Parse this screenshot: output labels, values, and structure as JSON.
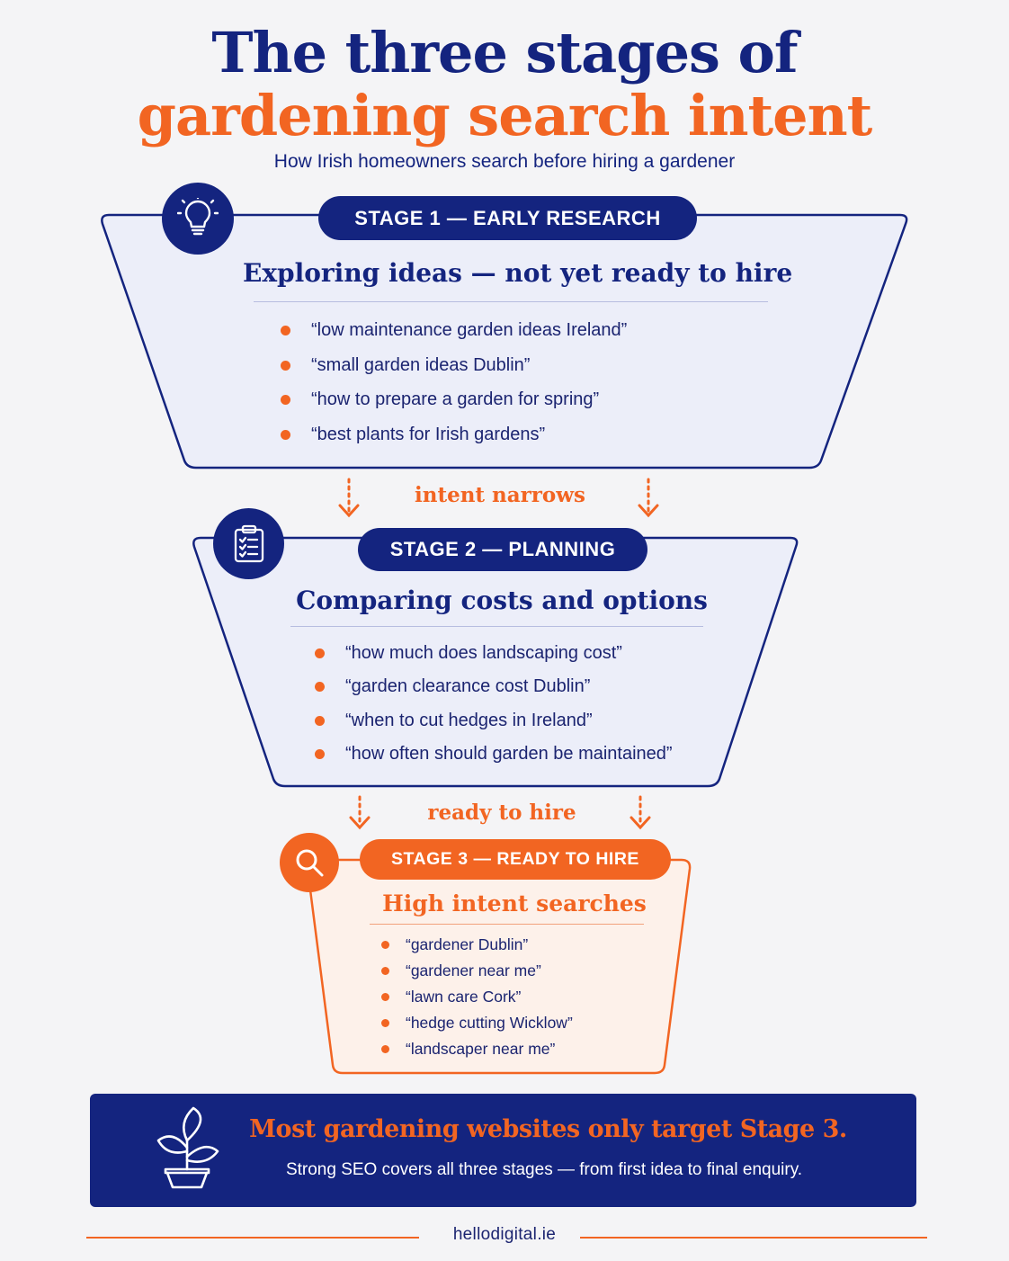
{
  "title": {
    "line1": "The three stages of",
    "line2": "gardening search intent",
    "subtitle": "How Irish homeowners search before hiring a gardener"
  },
  "stages": [
    {
      "label": "STAGE 1 — EARLY RESEARCH",
      "heading": "Exploring ideas — not yet ready to hire",
      "icon": "lightbulb-icon",
      "queries": [
        "“low maintenance garden ideas Ireland”",
        "“small garden ideas Dublin”",
        "“how to prepare a garden for spring”",
        "“best plants for Irish gardens”"
      ]
    },
    {
      "label": "STAGE 2 — PLANNING",
      "heading": "Comparing costs and options",
      "icon": "clipboard-checklist-icon",
      "queries": [
        "“how much does landscaping cost”",
        "“garden clearance cost Dublin”",
        "“when to cut hedges in Ireland”",
        "“how often should garden be maintained”"
      ]
    },
    {
      "label": "STAGE 3 — READY TO HIRE",
      "heading": "High intent searches",
      "icon": "search-icon",
      "queries": [
        "“gardener Dublin”",
        "“gardener near me”",
        "“lawn care Cork”",
        "“hedge cutting Wicklow”",
        "“landscaper near me”"
      ]
    }
  ],
  "transitions": [
    "intent narrows",
    "ready to hire"
  ],
  "banner": {
    "icon": "plant-pot-icon",
    "headline": "Most gardening websites only target Stage 3.",
    "body": "Strong SEO covers all three stages — from first idea to final enquiry."
  },
  "footer": {
    "site": "hellodigital.ie"
  },
  "colors": {
    "navy": "#14247f",
    "orange": "#f26522",
    "panel_blue": "#eceef9",
    "panel_orange": "#fdf1ea",
    "background": "#f4f4f6"
  }
}
